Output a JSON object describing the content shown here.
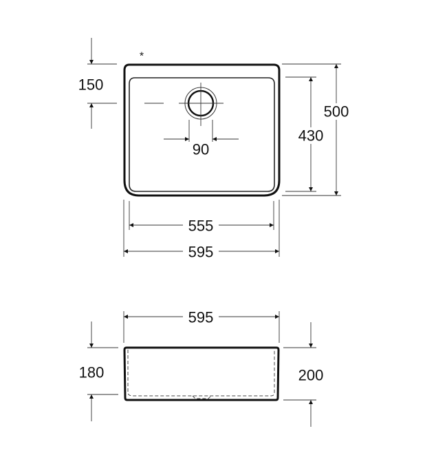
{
  "top_view": {
    "note_mark": "*",
    "dimensions": {
      "drain_offset": "150",
      "drain_diameter": "90",
      "inner_depth": "430",
      "outer_depth": "500",
      "inner_width": "555",
      "outer_width": "595"
    }
  },
  "side_view": {
    "dimensions": {
      "outer_width": "595",
      "inner_height": "180",
      "outer_height": "200"
    }
  }
}
